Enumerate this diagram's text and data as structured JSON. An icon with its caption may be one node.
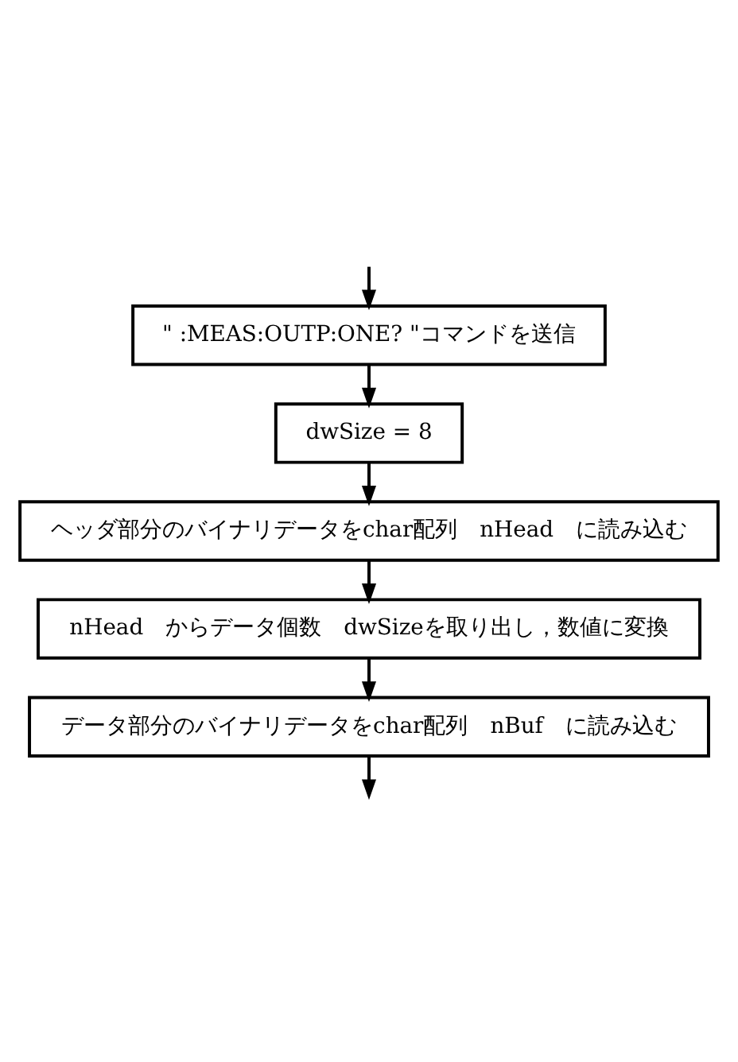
{
  "diagram": {
    "nodes": [
      {
        "text": [
          "\" :MEAS:OUTP:ONE? \"コマンドを送信"
        ]
      },
      {
        "text": [
          "dwSize = 8"
        ]
      },
      {
        "text": [
          "ヘッダ部分のバイナリデータをchar配列　nHead　に読み込む"
        ]
      },
      {
        "text": [
          "nHead　からデータ個数　dwSizeを取り出し，数値に変換"
        ]
      },
      {
        "text": [
          "データ部分のバイナリデータをchar配列　nBuf　に読み込む"
        ]
      }
    ],
    "edges": [
      {
        "from": null,
        "to": 0,
        "arrow": "to"
      },
      {
        "from": 0,
        "to": 1,
        "arrow": "to"
      },
      {
        "from": 1,
        "to": 2,
        "arrow": "to"
      },
      {
        "from": 2,
        "to": 3,
        "arrow": "to"
      },
      {
        "from": 3,
        "to": 4,
        "arrow": "to"
      },
      {
        "from": 4,
        "to": null,
        "arrow": "to"
      }
    ]
  }
}
